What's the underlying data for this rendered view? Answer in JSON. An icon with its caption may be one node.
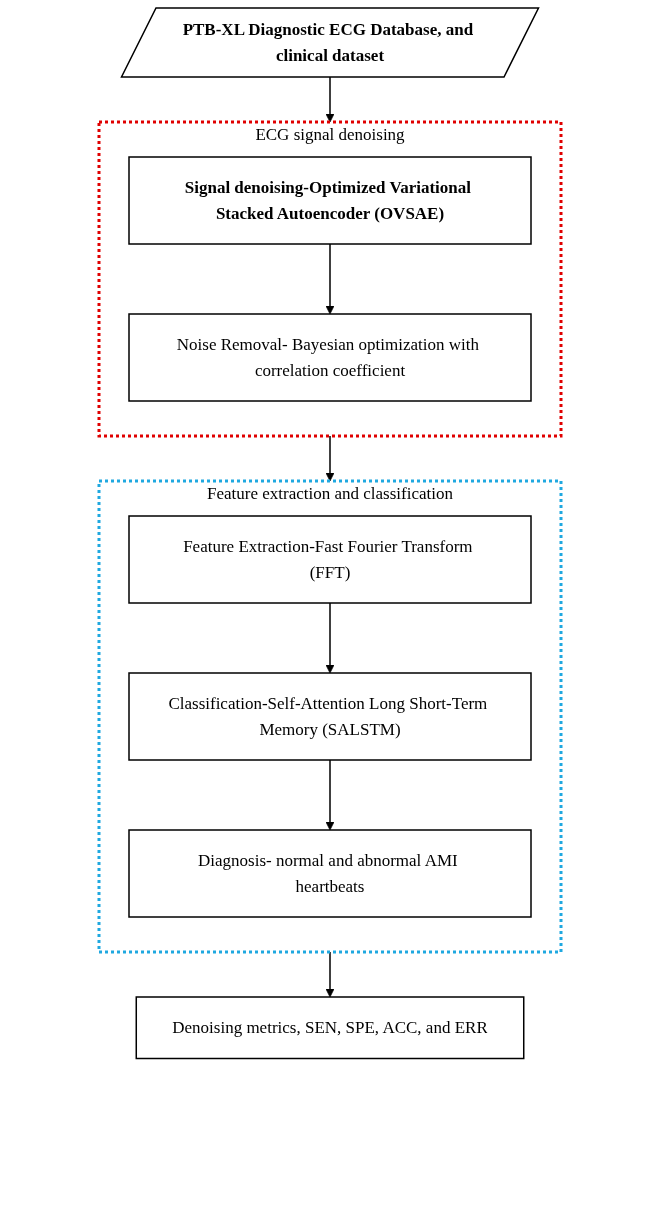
{
  "diagram": {
    "nodes": [
      {
        "text": [
          "PTB-XL Diagnostic ECG Database, and clinical dataset"
        ]
      },
      {
        "text": [
          "ECG signal denoising"
        ]
      },
      {
        "text": [
          "Signal denoising-Optimized Variational Stacked Autoencoder (OVSAE)"
        ],
        "in": 1
      },
      {
        "text": [
          "Noise Removal- Bayesian optimization with correlation coefficient"
        ],
        "in": 1
      },
      {
        "text": [
          "Feature extraction and classification"
        ]
      },
      {
        "text": [
          "Feature Extraction-Fast Fourier Transform (FFT)"
        ],
        "in": 4
      },
      {
        "text": [
          "Classification-Self-Attention Long Short-Term Memory (SALSTM)"
        ],
        "in": 4
      },
      {
        "text": [
          "Diagnosis- normal and abnormal AMI heartbeats"
        ],
        "in": 4
      },
      {
        "text": [
          "Denoising metrics, SEN, SPE, ACC, and ERR"
        ]
      }
    ],
    "edges": [
      {
        "from": 0,
        "to": 1,
        "arrow": "to"
      },
      {
        "from": 2,
        "to": 3,
        "arrow": "to"
      },
      {
        "from": 1,
        "to": 4,
        "arrow": "to"
      },
      {
        "from": 5,
        "to": 6,
        "arrow": "to"
      },
      {
        "from": 6,
        "to": 7,
        "arrow": "to"
      },
      {
        "from": 4,
        "to": 8,
        "arrow": "to"
      }
    ]
  }
}
